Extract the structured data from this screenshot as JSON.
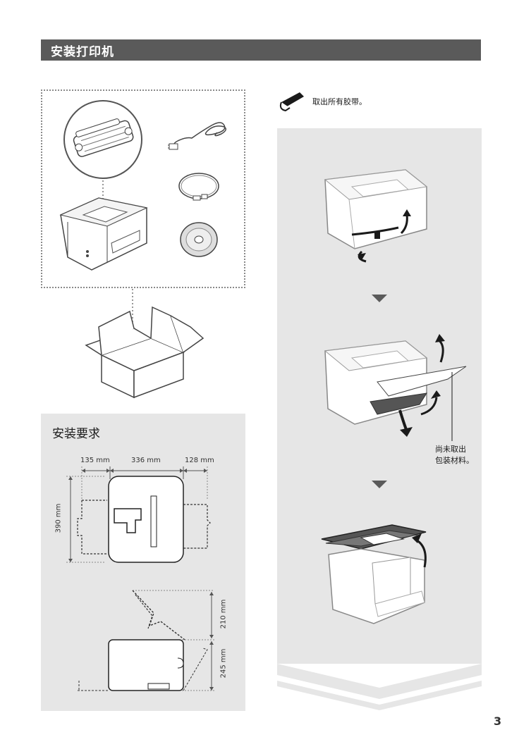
{
  "header": {
    "title": "安装打印机"
  },
  "requirements": {
    "title": "安装要求",
    "dimensions": {
      "left_clearance": "135 mm",
      "printer_width": "336 mm",
      "right_clearance": "128 mm",
      "depth": "390 mm",
      "top_clearance": "210 mm",
      "front_clearance": "245 mm"
    }
  },
  "steps": {
    "instruction": "取出所有胶带。",
    "callout": "尚未取出\n包装材料。"
  },
  "page": {
    "number": "3"
  },
  "icons": [
    "tape-icon",
    "arrow-down-icon"
  ],
  "colors": {
    "header_bar": "#5a5a5a",
    "panel_bg": "#e6e6e6",
    "accent_dark": "#1a1a1a"
  }
}
